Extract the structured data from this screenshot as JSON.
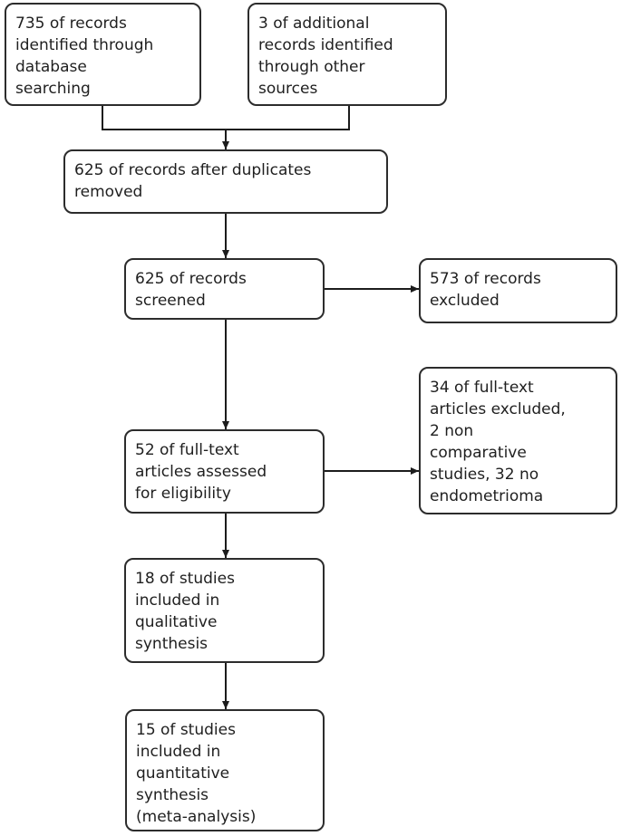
{
  "diagram": {
    "type": "flowchart",
    "nodes": [
      {
        "id": "records-identified-database",
        "text": "735 of records\nidentified through\ndatabase\nsearching"
      },
      {
        "id": "records-identified-other",
        "text": "3 of additional\nrecords identified\nthrough other\nsources"
      },
      {
        "id": "records-after-duplicates",
        "text": "625 of records after duplicates\nremoved"
      },
      {
        "id": "records-screened",
        "text": "625 of records\nscreened"
      },
      {
        "id": "records-excluded",
        "text": "573 of records\nexcluded"
      },
      {
        "id": "fulltext-assessed",
        "text": "52 of full-text\narticles assessed\nfor eligibility"
      },
      {
        "id": "fulltext-excluded",
        "text": "34 of full-text\narticles excluded,\n2 non\ncomparative\nstudies, 32 no\nendometrioma"
      },
      {
        "id": "qualitative-synthesis",
        "text": "18 of studies\nincluded in\nqualitative\nsynthesis"
      },
      {
        "id": "quantitative-synthesis",
        "text": "15 of studies\nincluded in\nquantitative\nsynthesis\n(meta-analysis)"
      }
    ],
    "edges": [
      {
        "from": "records-identified-database",
        "to": "records-after-duplicates"
      },
      {
        "from": "records-identified-other",
        "to": "records-after-duplicates"
      },
      {
        "from": "records-after-duplicates",
        "to": "records-screened"
      },
      {
        "from": "records-screened",
        "to": "records-excluded"
      },
      {
        "from": "records-screened",
        "to": "fulltext-assessed"
      },
      {
        "from": "fulltext-assessed",
        "to": "fulltext-excluded"
      },
      {
        "from": "fulltext-assessed",
        "to": "qualitative-synthesis"
      },
      {
        "from": "qualitative-synthesis",
        "to": "quantitative-synthesis"
      }
    ],
    "colors": {
      "box_border": "#2c2c2c",
      "box_background": "#ffffff",
      "line": "#1c1c1c",
      "text": "#1f1f1f",
      "page_background": "#ffffff"
    }
  }
}
